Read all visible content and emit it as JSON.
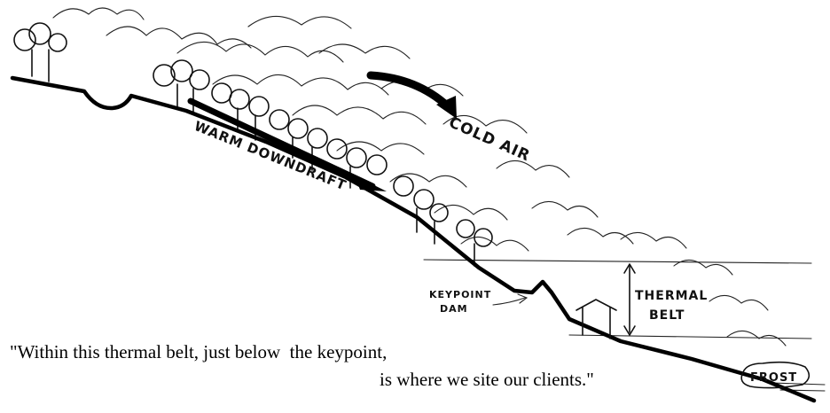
{
  "labels": {
    "cold_air": "COLD AIR",
    "warm_downdraft": "WARM DOWNDRAFT",
    "keypoint": "KEYPOINT",
    "dam": "DAM",
    "thermal": "THERMAL",
    "belt": "BELT",
    "frost": "FROST"
  },
  "caption": {
    "line1": "\"Within this thermal belt, just below  the keypoint,",
    "line2": "is where we site our clients.\""
  }
}
